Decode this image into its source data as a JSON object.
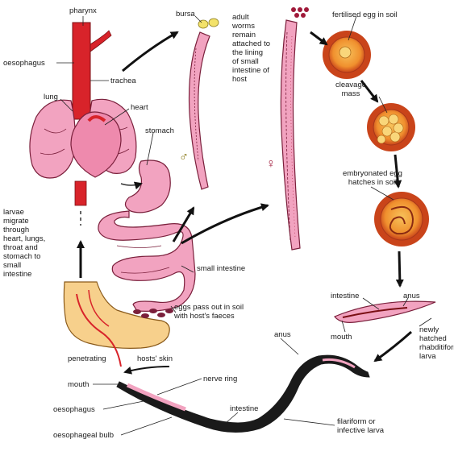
{
  "labels": {
    "pharynx": "pharynx",
    "oesophagus_top": "oesophagus",
    "lung": "lung",
    "trachea": "trachea",
    "heart": "heart",
    "stomach": "stomach",
    "bursa": "bursa",
    "adult_worms": "adult worms remain attached to the lining of small intestine of host",
    "fertilised_egg": "fertilised egg in soil",
    "cleavage_mass": "cleavage mass",
    "embryonated_egg": "embryonated egg hatches in soil",
    "larvae_migrate": "larvae migrate through heart, lungs, throat and stomach to small intestine",
    "small_intestine": "small intestine",
    "eggs_pass_out": "eggs pass out in soil with host's faeces",
    "intestine_larva": "intestine",
    "anus_larva": "anus",
    "mouth_larva": "mouth",
    "newly_hatched": "newly hatched rhabditiform larva",
    "penetrating": "penetrating",
    "hosts_skin": "hosts' skin",
    "anus_big": "anus",
    "mouth_big": "mouth",
    "nerve_ring": "nerve ring",
    "oesophagus_big": "oesophagus",
    "intestine_big": "intestine",
    "filariform": "filariform or infective larva",
    "oesophageal_bulb": "oesophageal bulb"
  },
  "symbols": {
    "male": "♂",
    "female": "♀"
  },
  "colors": {
    "organ_pink": "#f2a3c0",
    "organ_outline": "#7a1f3b",
    "trachea_red": "#d8232a",
    "egg_orange": "#e0561f",
    "egg_inner": "#f6b24a",
    "foot_skin": "#f7d08c",
    "larva_dark": "#1a1a1a",
    "arrow": "#111111"
  }
}
